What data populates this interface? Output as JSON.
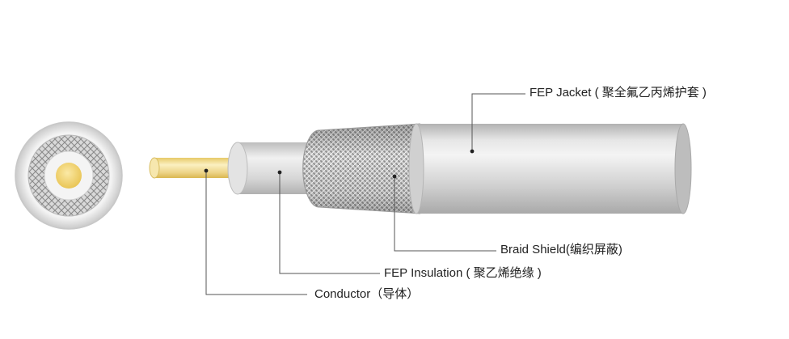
{
  "labels": {
    "jacket": "FEP Jacket ( 聚全氟乙丙烯护套 )",
    "braid": "Braid Shield(编织屏蔽)",
    "insulation": "FEP Insulation ( 聚乙烯绝缘 )",
    "conductor": "Conductor（导体）"
  },
  "colors": {
    "jacket": "#c6c6c6",
    "jacket_highlight": "#f2f2f2",
    "braid": "#bdbdbd",
    "insulation": "#d2d2d2",
    "conductor": "#f3dc8a",
    "leader_line": "#555555"
  }
}
